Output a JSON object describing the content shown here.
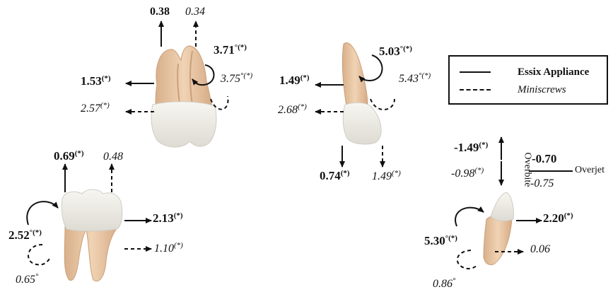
{
  "legend": {
    "essix_label": "Essix Appliance",
    "miniscrews_label": "Miniscrews"
  },
  "upper_molar_occlusal": {
    "vertical_essix": "0.38",
    "vertical_miniscrews": "0.34",
    "rotation_essix": "3.71",
    "rotation_essix_mark": "°(*)",
    "rotation_miniscrews": "3.75",
    "rotation_miniscrews_mark": "°(*)",
    "horizontal_essix": "1.53",
    "horizontal_essix_mark": "(*)",
    "horizontal_miniscrews": "2.57",
    "horizontal_miniscrews_mark": "(*)"
  },
  "upper_incisor": {
    "rotation_essix": "5.03",
    "rotation_essix_mark": "°(*)",
    "rotation_miniscrews": "5.43",
    "rotation_miniscrews_mark": "°(*)",
    "horizontal_essix": "1.49",
    "horizontal_essix_mark": "(*)",
    "horizontal_miniscrews": "2.68",
    "horizontal_miniscrews_mark": "(*)",
    "vertical_essix": "0.74",
    "vertical_essix_mark": "(*)",
    "vertical_miniscrews": "1.49",
    "vertical_miniscrews_mark": "(*)"
  },
  "lower_molar": {
    "vertical_essix": "0.69",
    "vertical_essix_mark": "(*)",
    "vertical_miniscrews": "0.48",
    "horizontal_essix": "2.13",
    "horizontal_essix_mark": "(*)",
    "horizontal_miniscrews": "1.10",
    "horizontal_miniscrews_mark": "(*)",
    "rotation_essix": "2.52",
    "rotation_essix_mark": "°(*)",
    "rotation_miniscrews": "0.65",
    "rotation_miniscrews_mark": "°"
  },
  "lower_incisor": {
    "overbite_essix": "-1.49",
    "overbite_essix_mark": "(*)",
    "overbite_miniscrews": "-0.98",
    "overbite_miniscrews_mark": "(*)",
    "overbite_label": "Overbite",
    "overjet_essix": "-0.70",
    "overjet_miniscrews": "-0.75",
    "overjet_label": "Overjet",
    "horizontal_essix": "2.20",
    "horizontal_essix_mark": "(*)",
    "horizontal_miniscrews": "0.06",
    "rotation_essix": "5.30",
    "rotation_essix_mark": "°(*)",
    "rotation_miniscrews": "0.86",
    "rotation_miniscrews_mark": "°"
  },
  "colors": {
    "root": "#e9c9a6",
    "root_shade": "#c99f7a",
    "crown": "#f1f0ea",
    "crown_shade": "#d6d4cb",
    "ink": "#111111"
  }
}
